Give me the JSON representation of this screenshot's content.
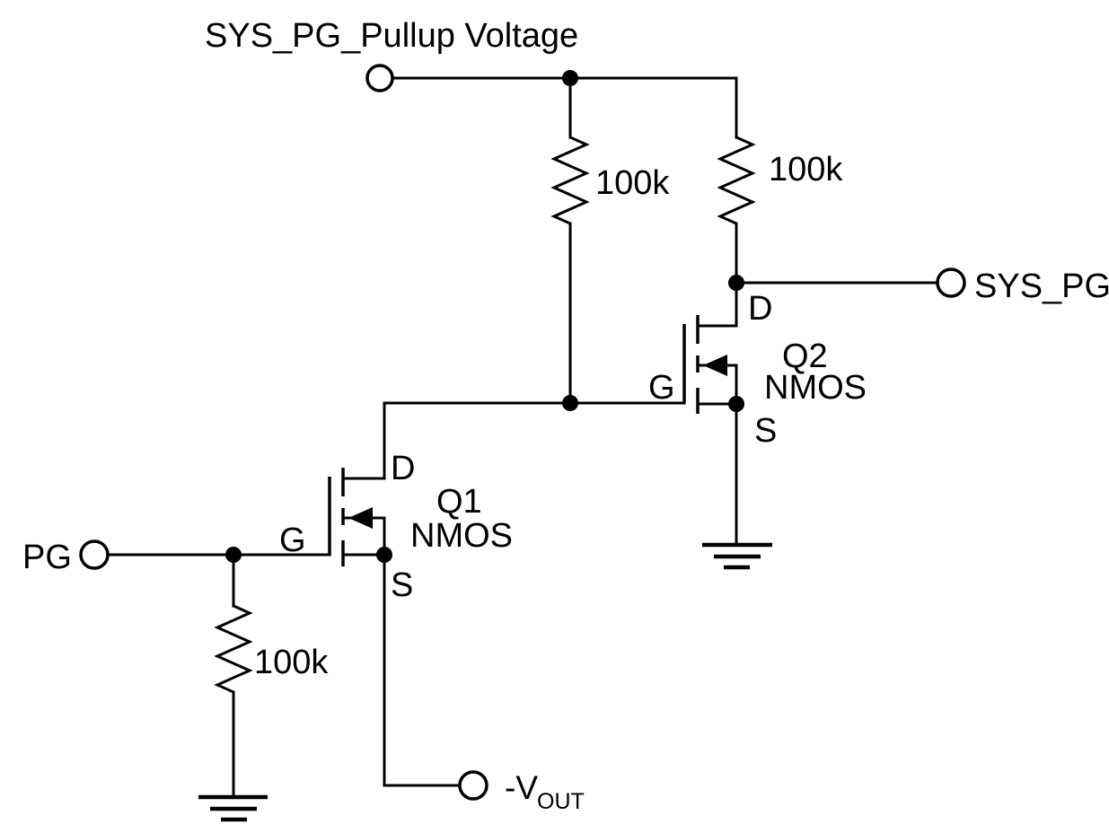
{
  "diagram": {
    "kind": "circuit-schematic",
    "background": "#ffffff",
    "stroke_color": "#000000",
    "nets": {
      "pullup_label": "SYS_PG_Pullup Voltage",
      "sys_pg_label": "SYS_PG",
      "pg_label": "PG",
      "vout_label_main": "-V",
      "vout_label_sub": "OUT"
    },
    "resistors": {
      "r1_value": "100k",
      "r2_value": "100k",
      "r3_value": "100k"
    },
    "transistors": {
      "q1": {
        "name": "Q1",
        "type": "NMOS",
        "drain": "D",
        "gate": "G",
        "source": "S"
      },
      "q2": {
        "name": "Q2",
        "type": "NMOS",
        "drain": "D",
        "gate": "G",
        "source": "S"
      }
    }
  }
}
